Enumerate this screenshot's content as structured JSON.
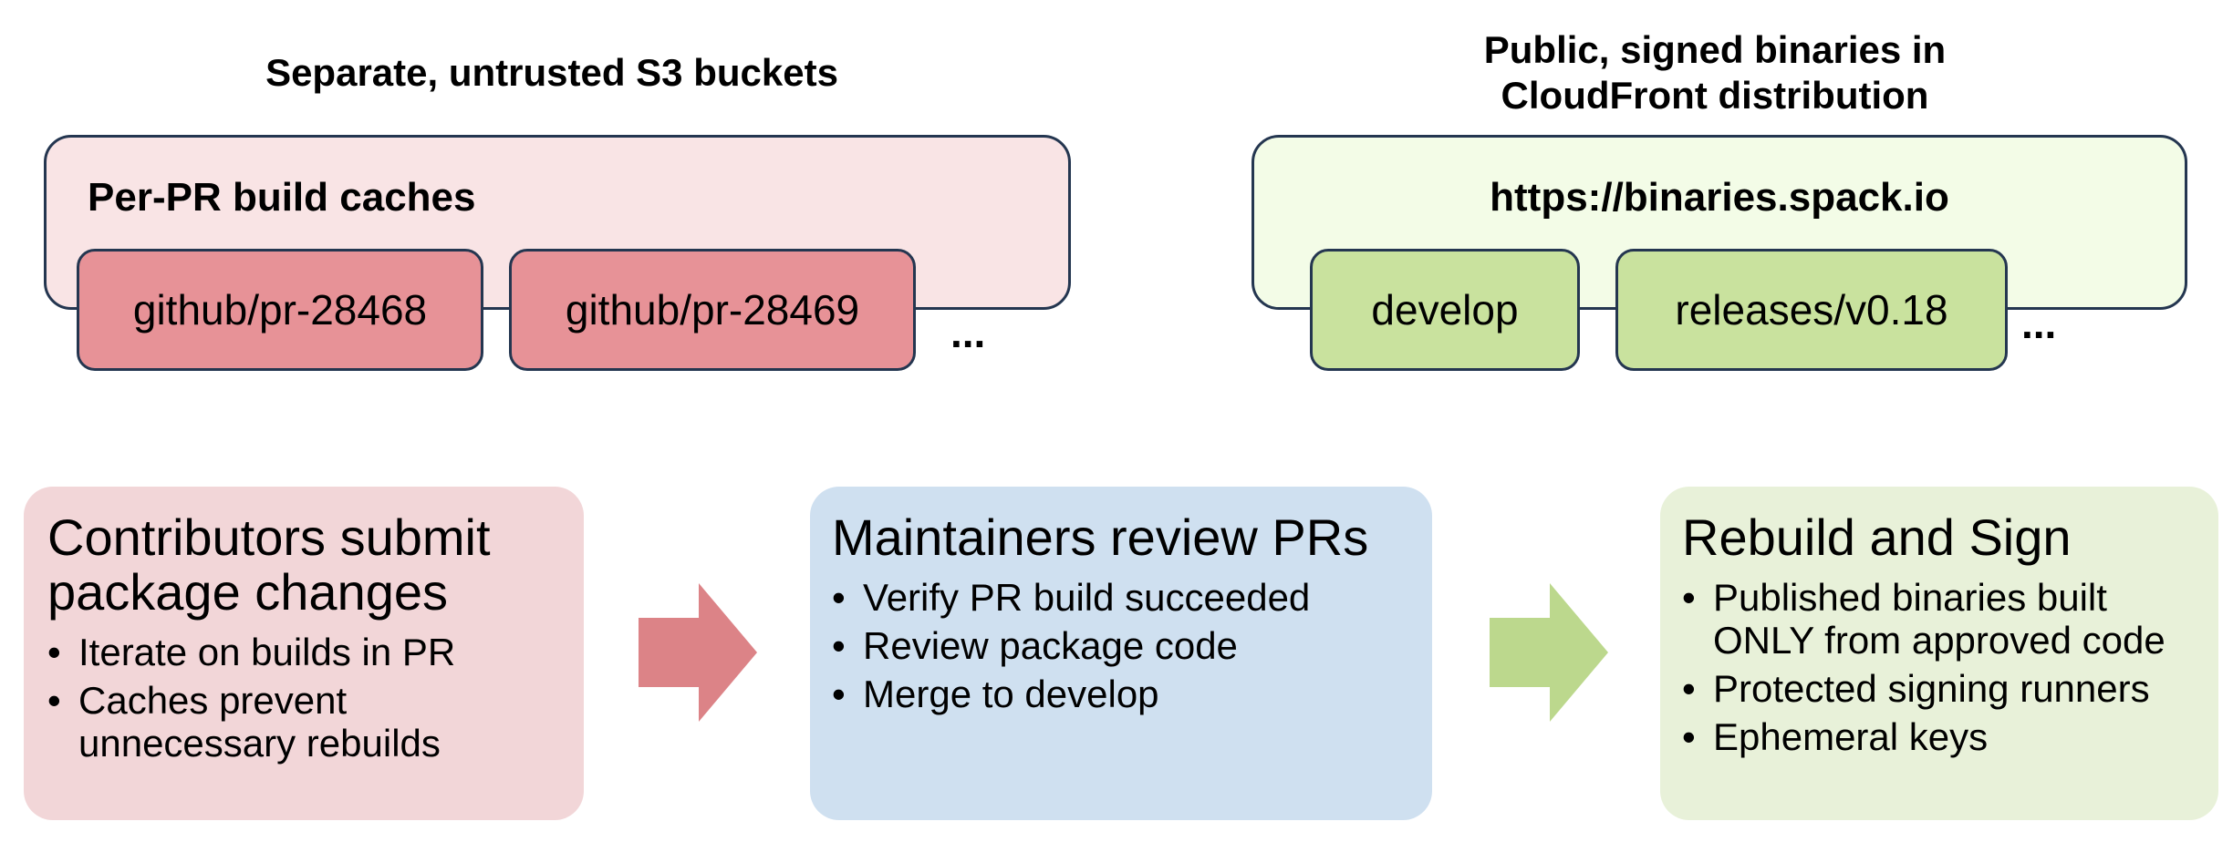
{
  "left_group": {
    "title": "Separate, untrusted S3 buckets",
    "container_label": "Per-PR build caches",
    "buckets": [
      "github/pr-28468",
      "github/pr-28469"
    ],
    "ellipsis": "...",
    "fill_color": "#f9e4e5",
    "bucket_color": "#e79297"
  },
  "right_group": {
    "title": "Public, signed binaries in\nCloudFront distribution",
    "container_label": "https://binaries.spack.io",
    "buckets": [
      "develop",
      "releases/v0.18"
    ],
    "ellipsis": "...",
    "fill_color": "#f3fce7",
    "bucket_color": "#c9e29e"
  },
  "steps": [
    {
      "title": "Contributors submit\npackage changes",
      "bullets": [
        "Iterate on builds in PR",
        "Caches prevent\nunnecessary rebuilds"
      ],
      "color": "#f2d6d8"
    },
    {
      "title": "Maintainers review PRs",
      "bullets": [
        "Verify PR build succeeded",
        "Review package code",
        "Merge to develop"
      ],
      "color": "#cfe0f0"
    },
    {
      "title": "Rebuild and Sign",
      "bullets": [
        "Published binaries built\nONLY from approved code",
        "Protected signing runners",
        "Ephemeral keys"
      ],
      "color": "#e8f1d9"
    }
  ],
  "arrows": [
    {
      "icon": "right-arrow-icon",
      "color": "#dc8387"
    },
    {
      "icon": "right-arrow-icon",
      "color": "#bcd88d"
    }
  ]
}
